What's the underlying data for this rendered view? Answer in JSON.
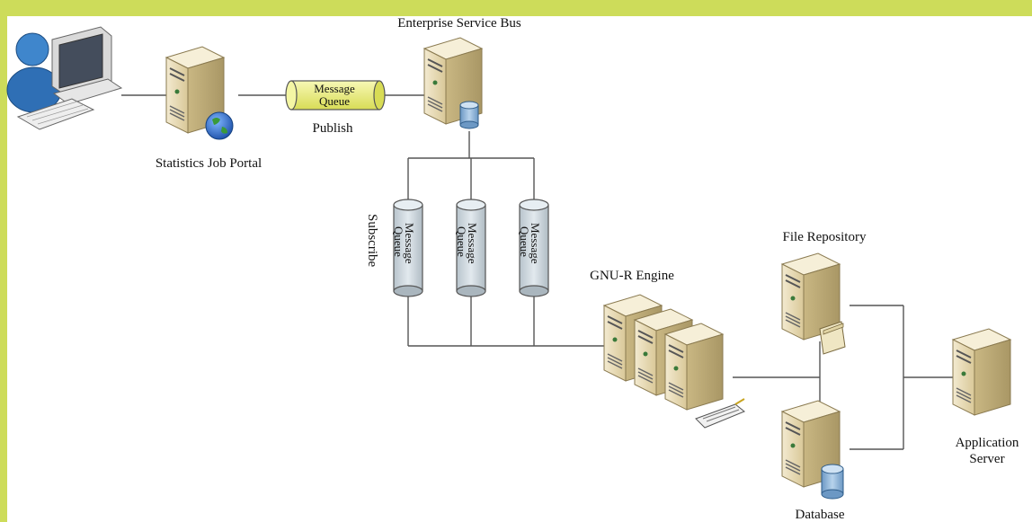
{
  "labels": {
    "esb": "Enterprise Service Bus",
    "portal": "Statistics Job Portal",
    "publish": "Publish",
    "subscribe": "Subscribe",
    "gnur": "GNU-R Engine",
    "file_repo": "File Repository",
    "database": "Database",
    "app_server_line1": "Application",
    "app_server_line2": "Server"
  },
  "queues": {
    "publish_queue": [
      "Message",
      "Queue"
    ],
    "subscribe_queue_1": [
      "Message",
      "Queue"
    ],
    "subscribe_queue_2": [
      "Message",
      "Queue"
    ],
    "subscribe_queue_3": [
      "Message",
      "Queue"
    ]
  },
  "colors": {
    "frame": "#cddc5a",
    "background": "#ffffff",
    "server_body": "#e9dcb4",
    "server_shadow": "#b7a77a",
    "publish_queue_fill": "#eef08a",
    "subscribe_queue_fill": "#cfd8de",
    "db_cylinder": "#8fb6d9",
    "line": "#555555"
  },
  "icons": [
    "user-computer-icon",
    "server-icon",
    "globe-icon",
    "database-cylinder-icon",
    "folder-icon",
    "network-card-icon"
  ]
}
